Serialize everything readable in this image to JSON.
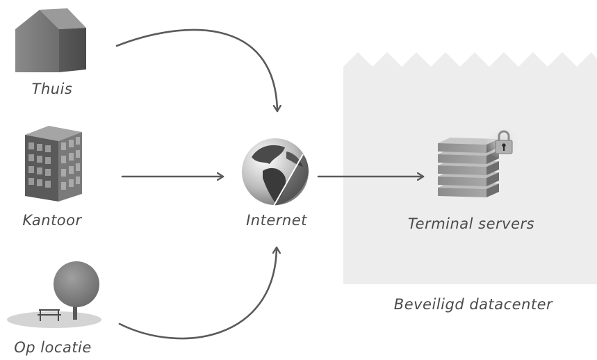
{
  "nodes": {
    "home": {
      "label": "Thuis",
      "icon": "house-icon"
    },
    "office": {
      "label": "Kantoor",
      "icon": "office-building-icon"
    },
    "onsite": {
      "label": "Op locatie",
      "icon": "park-tree-bench-icon"
    },
    "internet": {
      "label": "Internet",
      "icon": "globe-icon"
    },
    "servers": {
      "label": "Terminal servers",
      "icon": "server-stack-icon"
    },
    "datacenter": {
      "label": "Beveiligd datacenter",
      "icon": "padlock-icon"
    }
  },
  "edges": [
    {
      "from": "Thuis",
      "to": "Internet"
    },
    {
      "from": "Kantoor",
      "to": "Internet"
    },
    {
      "from": "Op locatie",
      "to": "Internet"
    },
    {
      "from": "Internet",
      "to": "Terminal servers"
    }
  ],
  "colors": {
    "datacenter_bg": "#ededed",
    "arrow": "#5a5a5a",
    "label": "#4a4a4a"
  }
}
